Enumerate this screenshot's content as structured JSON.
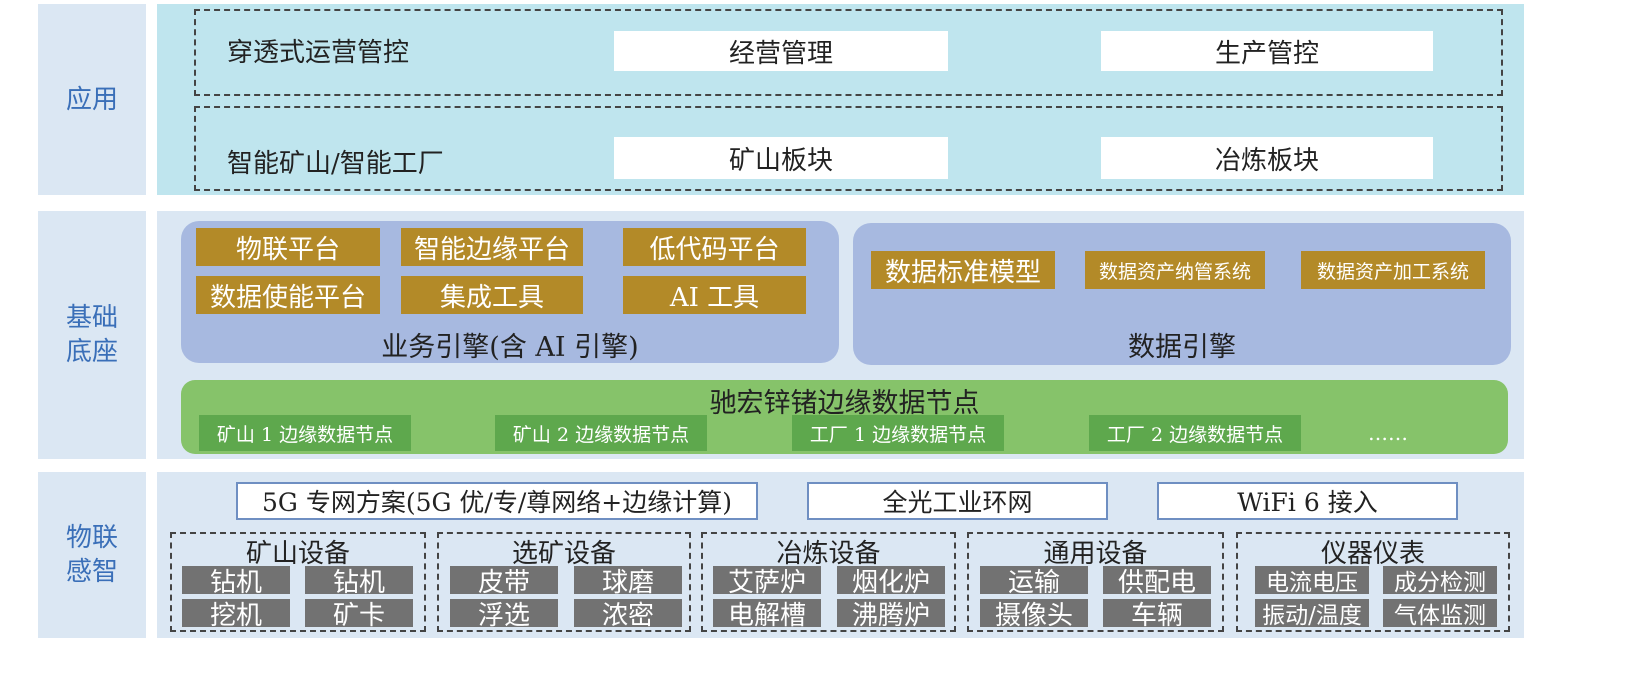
{
  "layers": {
    "application": {
      "label_line1": "应用"
    },
    "foundation": {
      "label_line1": "基础",
      "label_line2": "底座"
    },
    "iot": {
      "label_line1": "物联",
      "label_line2": "感智"
    }
  },
  "application": {
    "row1": {
      "label": "穿透式运营管控",
      "box1": "经营管理",
      "box2": "生产管控"
    },
    "row2": {
      "label": "智能矿山/智能工厂",
      "box1": "矿山板块",
      "box2": "冶炼板块"
    }
  },
  "business_engine": {
    "title": "业务引擎(含 AI 引擎)",
    "items": [
      "物联平台",
      "智能边缘平台",
      "低代码平台",
      "数据使能平台",
      "集成工具",
      "AI 工具"
    ]
  },
  "data_engine": {
    "title": "数据引擎",
    "items": [
      "数据标准模型",
      "数据资产纳管系统",
      "数据资产加工系统"
    ]
  },
  "edge": {
    "title": "驰宏锌锗边缘数据节点",
    "nodes": [
      "矿山 1 边缘数据节点",
      "矿山 2 边缘数据节点",
      "工厂 1 边缘数据节点",
      "工厂 2 边缘数据节点"
    ],
    "more": "……"
  },
  "network": {
    "items": [
      "5G 专网方案(5G 优/专/尊网络+边缘计算)",
      "全光工业环网",
      "WiFi 6 接入"
    ]
  },
  "devices": [
    {
      "title": "矿山设备",
      "items": [
        "钻机",
        "钻机",
        "挖机",
        "矿卡"
      ]
    },
    {
      "title": "选矿设备",
      "items": [
        "皮带",
        "球磨",
        "浮选",
        "浓密"
      ]
    },
    {
      "title": "冶炼设备",
      "items": [
        "艾萨炉",
        "烟化炉",
        "电解槽",
        "沸腾炉"
      ]
    },
    {
      "title": "通用设备",
      "items": [
        "运输",
        "供配电",
        "摄像头",
        "车辆"
      ]
    },
    {
      "title": "仪器仪表",
      "items": [
        "电流电压",
        "成分检测",
        "振动/温度",
        "气体监测"
      ]
    }
  ],
  "colors": {
    "app_band": "#bfe5ee",
    "base_band": "#dbe7f3",
    "engine": "#a7b9e0",
    "gold": "#b38a28",
    "edge_green": "#86c36a",
    "edge_node": "#5ea84d",
    "device_gray": "#727272",
    "label_blue": "#3a6fb8"
  }
}
